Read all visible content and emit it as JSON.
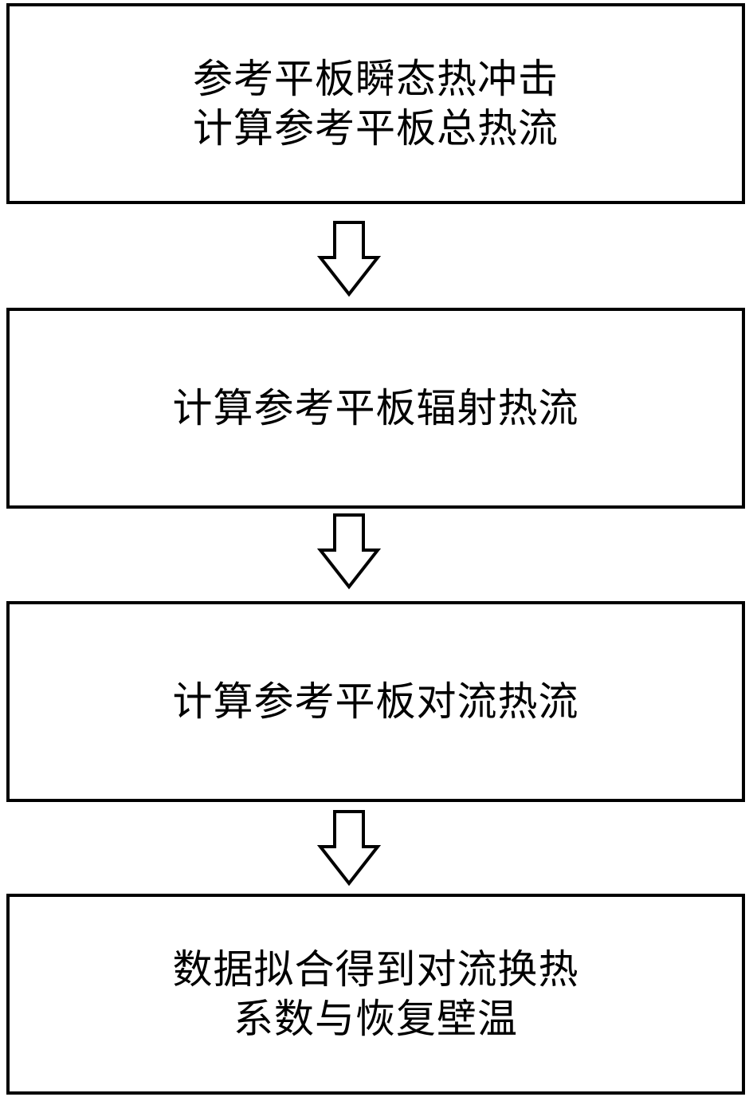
{
  "steps": [
    {
      "lines": [
        "参考平板瞬态热冲击",
        "计算参考平板总热流"
      ]
    },
    {
      "lines": [
        "计算参考平板辐射热流"
      ]
    },
    {
      "lines": [
        "计算参考平板对流热流"
      ]
    },
    {
      "lines": [
        "数据拟合得到对流换热",
        "系数与恢复壁温"
      ]
    }
  ]
}
